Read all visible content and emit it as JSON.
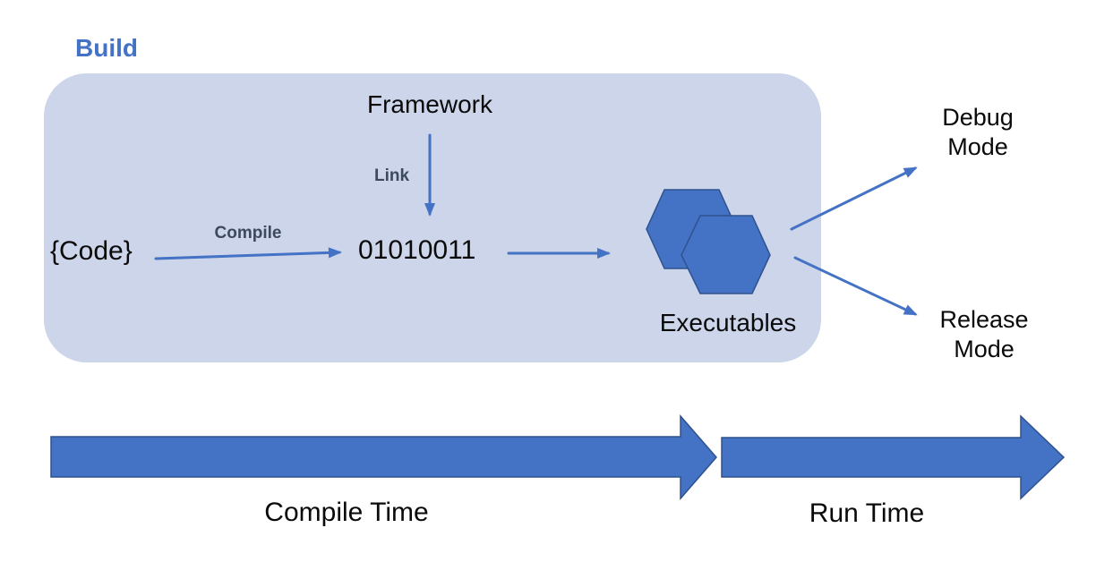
{
  "title": "Build process diagram",
  "colors": {
    "accent": "#4472C4",
    "accent-dark": "#2F528F",
    "box-fill": "#CCD5EA",
    "label-dark": "#3D4A5C",
    "text": "#0A0A0A",
    "bg": "#FFFFFF"
  },
  "build_box": {
    "label": "Build"
  },
  "nodes": {
    "code": "{Code}",
    "framework": "Framework",
    "binary": "01010011",
    "executables": "Executables",
    "debug_mode": "Debug Mode",
    "release_mode": "Release Mode"
  },
  "edges": {
    "compile": "Compile",
    "link": "Link"
  },
  "timeline": {
    "compile_time": "Compile Time",
    "run_time": "Run Time"
  }
}
